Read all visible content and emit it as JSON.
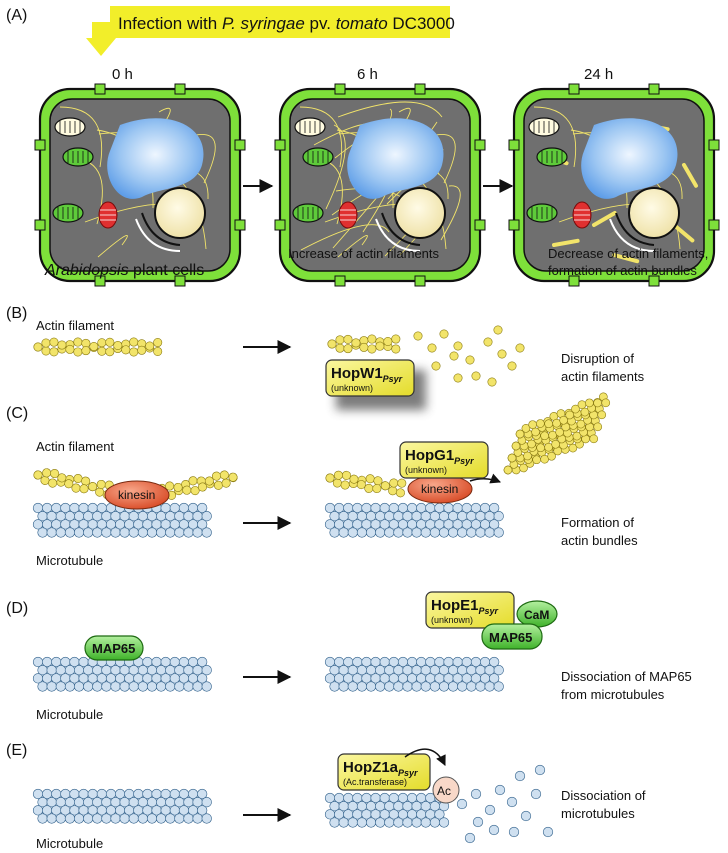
{
  "panel_A": {
    "label": "(A)",
    "infection_prefix": "Infection with ",
    "infection_species": "P. syringae",
    "infection_mid": " pv. ",
    "infection_strain": "tomato",
    "infection_suffix": " DC3000",
    "time_0": "0 h",
    "time_6": "6 h",
    "time_24": "24 h",
    "caption_plant_italic": "Arabidopsis",
    "caption_plant_rest": " plant cells",
    "caption_6h": "Increase of actin filaments",
    "caption_24h_line1": "Decrease of actin filaments,",
    "caption_24h_line2": "formation of actin bundles"
  },
  "panel_B": {
    "label": "(B)",
    "filament_label": "Actin filament",
    "effector": "HopW1",
    "effector_sub": "Psyr",
    "effector_note": "(unknown)",
    "result_line1": "Disruption of",
    "result_line2": "actin filaments"
  },
  "panel_C": {
    "label": "(C)",
    "filament_label": "Actin filament",
    "motor": "kinesin",
    "motor_right": "kinesin",
    "microtubule_label": "Microtubule",
    "effector": "HopG1",
    "effector_sub": "Psyr",
    "effector_note": "(unknown)",
    "result_line1": "Formation of",
    "result_line2": "actin bundles"
  },
  "panel_D": {
    "label": "(D)",
    "protein": "MAP65",
    "protein_right": "MAP65",
    "microtubule_label": "Microtubule",
    "effector": "HopE1",
    "effector_sub": "Psyr",
    "effector_note": "(unknown)",
    "cam": "CaM",
    "result_line1": "Dissociation of MAP65",
    "result_line2": "from microtubules"
  },
  "panel_E": {
    "label": "(E)",
    "microtubule_label": "Microtubule",
    "effector": "HopZ1a",
    "effector_sub": "Psyr",
    "effector_note": "(Ac.transferase)",
    "acetyl": "Ac",
    "result_line1": "Dissociation of",
    "result_line2": "microtubules"
  },
  "colors": {
    "cell_wall": "#7ee03a",
    "cytoplasm": "#6f6f6f",
    "actin": "#f2e46a",
    "effector_box": "#f0ea4a",
    "kinesin": "#e2603a",
    "map65": "#52c83a",
    "tubulin": "#cfe0f0",
    "nucleus": "#7fb6ee",
    "arrow_yellow": "#f2ee2a"
  }
}
